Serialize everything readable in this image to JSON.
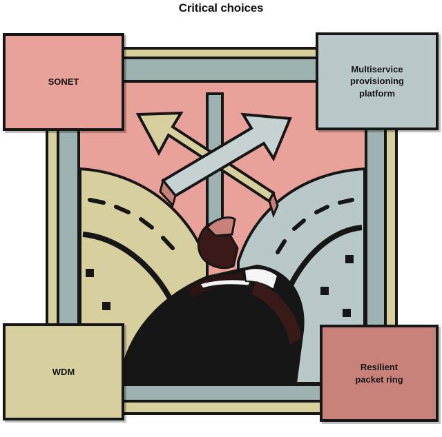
{
  "title": "Critical choices",
  "boxes": {
    "top_left": "SONET",
    "top_right": "Multiservice\nprovisioning\nplatform",
    "bottom_left": "WDM",
    "bottom_right": "Resilient\npacket ring"
  },
  "colors": {
    "salmon": "#e8a29a",
    "slate": "#9fb2b2",
    "khaki": "#d8cf9e",
    "rose": "#c98279",
    "ink": "#161616"
  }
}
